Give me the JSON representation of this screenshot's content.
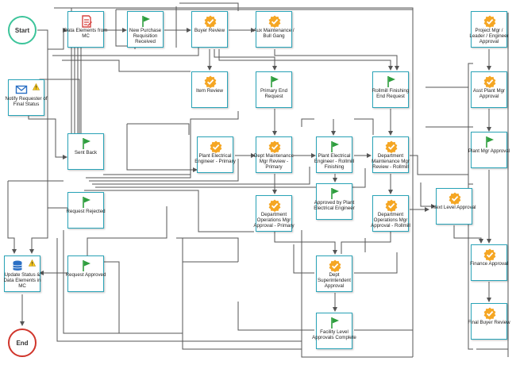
{
  "start_label": "Start",
  "end_label": "End",
  "nodes": {
    "data_elements": "Data Elements from MC",
    "new_purchase": "New Purchase Requisition Received",
    "buyer_review": "Buyer Review",
    "aux_maintenance": "Aux Maintenance / Bull Gang",
    "project_mgr": "Project Mgr / Leader / Engineer Approval",
    "notify_requester": "Notify Requester of Final Status",
    "item_review": "Item Review",
    "primary_end": "Primary End Request",
    "rollmill_end": "Rollmill Finishing End Request",
    "asst_plant_mgr": "Asst Plant Mgr Approval",
    "sent_back": "Sent Back",
    "plant_elec_primary": "Plant Electrical Engineer - Primary",
    "dept_maint_primary": "Dept Maintenance Mgr Review - Primary",
    "plant_elec_rollmill": "Plant Electrical Engineer - Rollmill Finishing",
    "dept_maint_rollmill": "Department Maintenance Mgr Review - Rollmill",
    "plant_mgr": "Plant Mgr Approval",
    "request_rejected": "Request Rejected",
    "dept_ops_primary": "Department Operations Mgr Approval - Primary",
    "approved_by_elec": "Approved by Plant Electrical Engineer",
    "dept_ops_rollmill": "Department Operations Mgr Approval - Rollmill",
    "next_level": "Next Level Approval",
    "update_status": "Update Status & Data Elements in MC",
    "request_approved": "Request Approved",
    "dept_superintendent": "Dept Superintendent Approval",
    "finance": "Finance Approval",
    "facility_level": "Facility Level Approvals Complete",
    "final_buyer": "Final Buyer Review"
  },
  "colors": {
    "node_border": "#2aa4b8",
    "edge": "#555555",
    "approval_badge": "#f5a623",
    "flag": "#2e9e3e",
    "start_border": "#3cc49a",
    "end_border": "#d0352b",
    "script_icon": "#d64541",
    "email_icon": "#2a6fc4",
    "database_icon": "#2a6fc4",
    "warning": "#f5c518"
  }
}
